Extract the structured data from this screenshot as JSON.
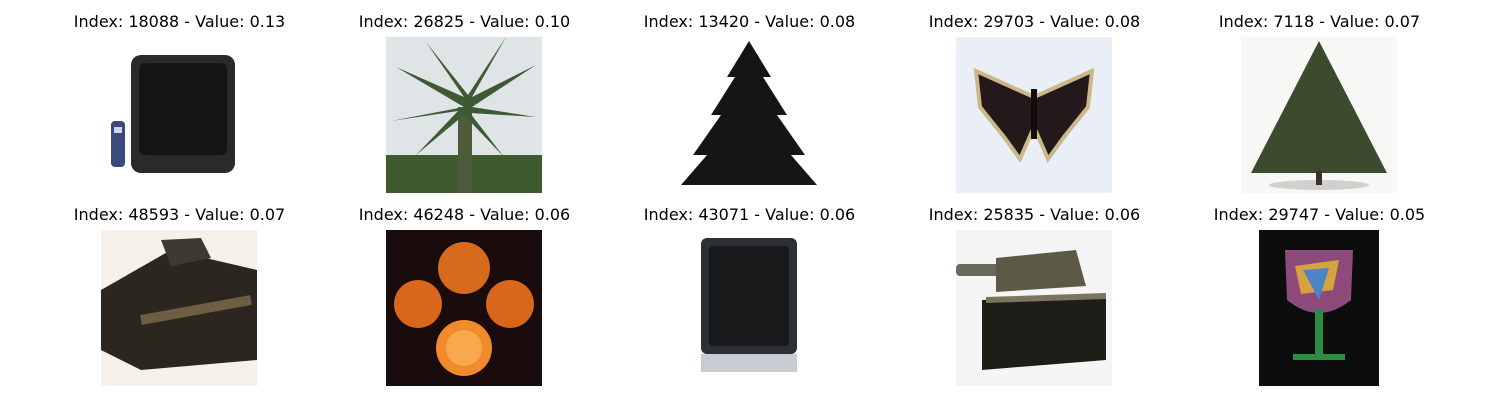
{
  "panels": [
    {
      "title": "Index: 18088 - Value: 0.13",
      "subject": "television"
    },
    {
      "title": "Index: 26825 - Value: 0.10",
      "subject": "palm tree"
    },
    {
      "title": "Index: 13420 - Value: 0.08",
      "subject": "pine tree"
    },
    {
      "title": "Index: 29703 - Value: 0.08",
      "subject": "butterfly"
    },
    {
      "title": "Index: 7118 - Value: 0.07",
      "subject": "tree"
    },
    {
      "title": "Index: 48593 - Value: 0.07",
      "subject": "tank"
    },
    {
      "title": "Index: 46248 - Value: 0.06",
      "subject": "oranges"
    },
    {
      "title": "Index: 43071 - Value: 0.06",
      "subject": "television"
    },
    {
      "title": "Index: 25835 - Value: 0.06",
      "subject": "tank"
    },
    {
      "title": "Index: 29747 - Value: 0.05",
      "subject": "wine glass"
    }
  ]
}
